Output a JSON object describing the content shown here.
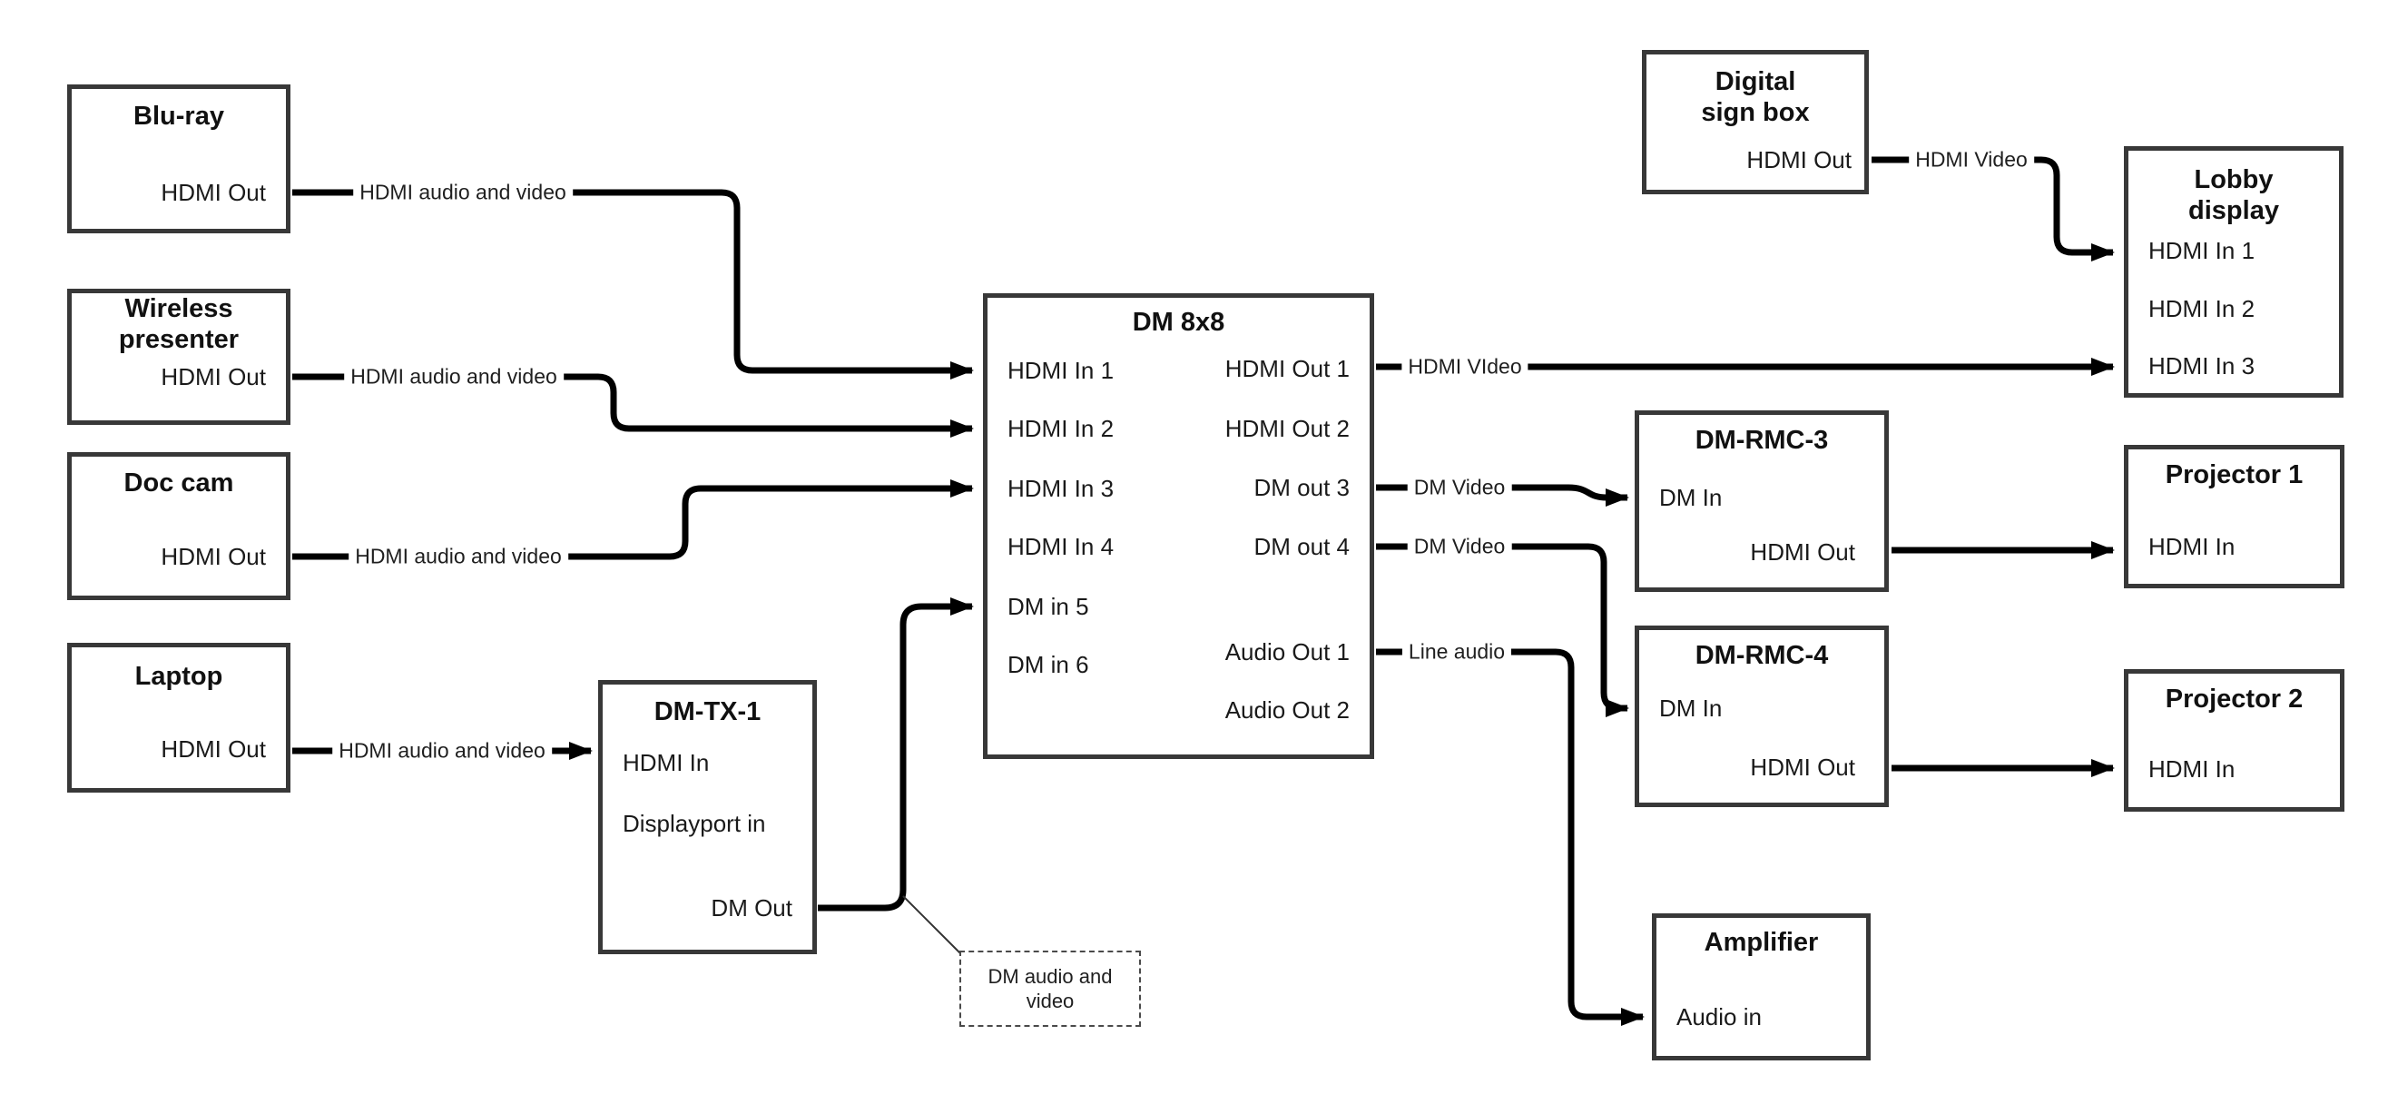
{
  "diagram_type": "av-signal-flow",
  "colors": {
    "background": "#ffffff",
    "box_border": "#383838",
    "cable": "#000000",
    "text": "#1a1a1a"
  },
  "devices": {
    "bluray": {
      "title": "Blu-ray",
      "ports": [
        "HDMI Out"
      ]
    },
    "wireless": {
      "title": "Wireless presenter",
      "ports": [
        "HDMI Out"
      ]
    },
    "doccam": {
      "title": "Doc cam",
      "ports": [
        "HDMI Out"
      ]
    },
    "laptop": {
      "title": "Laptop",
      "ports": [
        "HDMI Out"
      ]
    },
    "dmtx1": {
      "title": "DM-TX-1",
      "ports": [
        "HDMI In",
        "Displayport in",
        "DM Out"
      ]
    },
    "dm8x8": {
      "title": "DM 8x8",
      "ports_left": [
        "HDMI In 1",
        "HDMI In 2",
        "HDMI In 3",
        "HDMI In 4",
        "DM in 5",
        "DM in 6"
      ],
      "ports_right": [
        "HDMI Out 1",
        "HDMI Out 2",
        "DM out 3",
        "DM out 4",
        "Audio Out 1",
        "Audio Out 2"
      ]
    },
    "signbox": {
      "title": "Digital sign box",
      "ports": [
        "HDMI Out"
      ]
    },
    "lobby": {
      "title": "Lobby display",
      "ports": [
        "HDMI In 1",
        "HDMI In 2",
        "HDMI In 3"
      ]
    },
    "rmc3": {
      "title": "DM-RMC-3",
      "ports": [
        "DM In",
        "HDMI Out"
      ]
    },
    "proj1": {
      "title": "Projector 1",
      "ports": [
        "HDMI In"
      ]
    },
    "rmc4": {
      "title": "DM-RMC-4",
      "ports": [
        "DM In",
        "HDMI Out"
      ]
    },
    "proj2": {
      "title": "Projector 2",
      "ports": [
        "HDMI In"
      ]
    },
    "amp": {
      "title": "Amplifier",
      "ports": [
        "Audio in"
      ]
    }
  },
  "connections": [
    {
      "from": "Blu-ray / HDMI Out",
      "to": "DM 8x8 / HDMI In 1",
      "label": "HDMI audio and video"
    },
    {
      "from": "Wireless presenter / HDMI Out",
      "to": "DM 8x8 / HDMI In 2",
      "label": "HDMI audio and video"
    },
    {
      "from": "Doc cam / HDMI Out",
      "to": "DM 8x8 / HDMI In 3",
      "label": "HDMI audio and video"
    },
    {
      "from": "Laptop / HDMI Out",
      "to": "DM-TX-1 / HDMI In",
      "label": "HDMI audio and video"
    },
    {
      "from": "DM-TX-1 / DM Out",
      "to": "DM 8x8 / DM in 5",
      "label": "",
      "note": "DM audio and video"
    },
    {
      "from": "DM 8x8 / HDMI Out 1",
      "to": "Lobby display / HDMI In 3",
      "label": "HDMI VIdeo"
    },
    {
      "from": "DM 8x8 / DM out 3",
      "to": "DM-RMC-3 / DM In",
      "label": "DM Video"
    },
    {
      "from": "DM 8x8 / DM out 4",
      "to": "DM-RMC-4 / DM In",
      "label": "DM Video"
    },
    {
      "from": "DM 8x8 / Audio Out 1",
      "to": "Amplifier / Audio in",
      "label": "Line audio"
    },
    {
      "from": "DM-RMC-3 / HDMI Out",
      "to": "Projector 1 / HDMI In",
      "label": ""
    },
    {
      "from": "DM-RMC-4 / HDMI Out",
      "to": "Projector 2 / HDMI In",
      "label": ""
    },
    {
      "from": "Digital sign box / HDMI Out",
      "to": "Lobby display / HDMI In 1",
      "label": "HDMI Video"
    }
  ]
}
